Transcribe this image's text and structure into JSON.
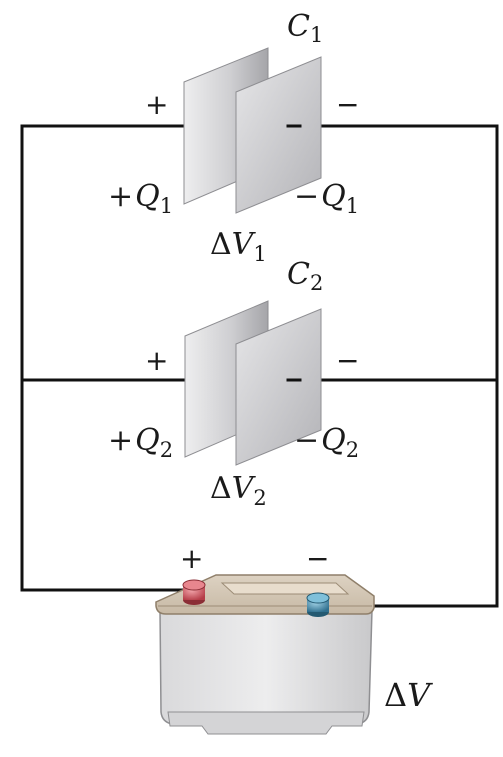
{
  "capacitor_1": {
    "name_letter": "C",
    "name_sub": "1",
    "plus_sign": "+",
    "minus_sign": "−",
    "left_charge_sign": "+",
    "right_charge_sign": "−",
    "charge_letter": "Q",
    "charge_sub": "1",
    "voltage_delta": "Δ",
    "voltage_letter": "V",
    "voltage_sub": "1"
  },
  "capacitor_2": {
    "name_letter": "C",
    "name_sub": "2",
    "plus_sign": "+",
    "minus_sign": "−",
    "left_charge_sign": "+",
    "right_charge_sign": "−",
    "charge_letter": "Q",
    "charge_sub": "2",
    "voltage_delta": "Δ",
    "voltage_letter": "V",
    "voltage_sub": "2"
  },
  "battery": {
    "plus_sign": "+",
    "minus_sign": "−",
    "voltage_delta": "Δ",
    "voltage_letter": "V",
    "positive_terminal_color": "#c8505a",
    "negative_terminal_color": "#3f86a6"
  },
  "colors": {
    "wire": "#111111",
    "plate_light": "#e4e4e6",
    "plate_dark": "#a9a9ad"
  }
}
